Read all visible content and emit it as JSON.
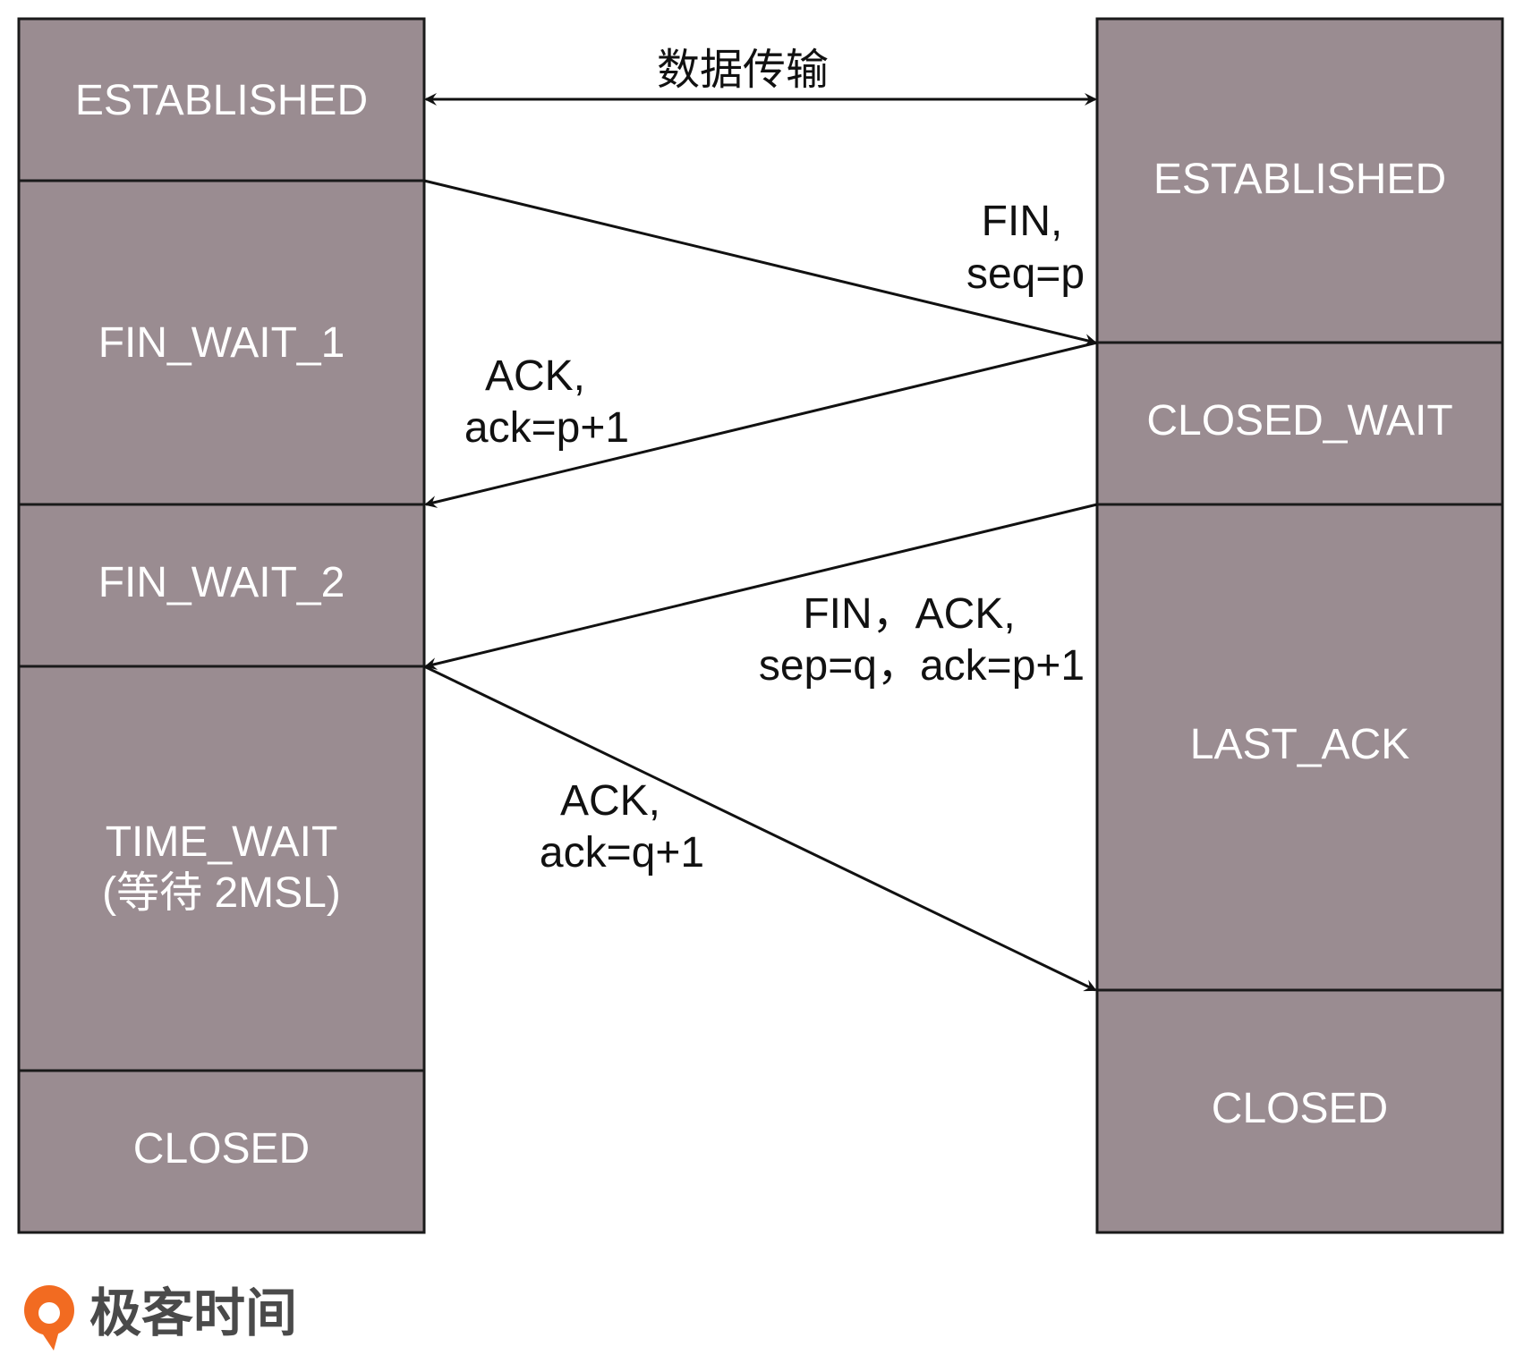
{
  "colors": {
    "state_fill": "#9a8c91",
    "state_border": "#1a1a1a",
    "arrow": "#111111",
    "logo_orange": "#f26b21"
  },
  "left_states": [
    {
      "id": "established",
      "label": "ESTABLISHED"
    },
    {
      "id": "fin-wait-1",
      "label": "FIN_WAIT_1"
    },
    {
      "id": "fin-wait-2",
      "label": "FIN_WAIT_2"
    },
    {
      "id": "time-wait",
      "label": "TIME_WAIT",
      "sublabel": "(等待 2MSL)"
    },
    {
      "id": "closed",
      "label": "CLOSED"
    }
  ],
  "right_states": [
    {
      "id": "established",
      "label": "ESTABLISHED"
    },
    {
      "id": "closed-wait",
      "label": "CLOSED_WAIT"
    },
    {
      "id": "last-ack",
      "label": "LAST_ACK"
    },
    {
      "id": "closed",
      "label": "CLOSED"
    }
  ],
  "messages": [
    {
      "id": "data-transfer",
      "lines": [
        "数据传输"
      ]
    },
    {
      "id": "fin-seq",
      "lines": [
        "FIN,",
        "seq=p"
      ]
    },
    {
      "id": "ack-p1",
      "lines": [
        "ACK,",
        "ack=p+1"
      ]
    },
    {
      "id": "fin-ack",
      "lines": [
        "FIN，ACK,",
        "sep=q，ack=p+1"
      ]
    },
    {
      "id": "ack-q1",
      "lines": [
        "ACK,",
        "ack=q+1"
      ]
    }
  ],
  "brand": {
    "name": "极客时间",
    "icon": "geektime-logo-icon"
  }
}
